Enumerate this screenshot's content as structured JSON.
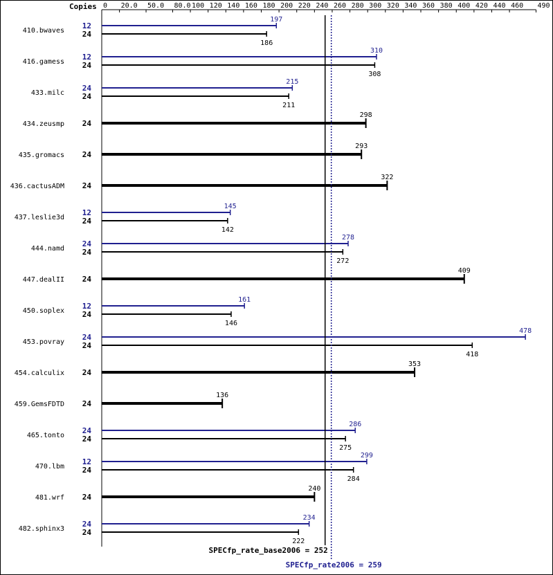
{
  "chart_data": {
    "type": "bar",
    "orientation": "horizontal",
    "x_header": "Copies",
    "x_ticks": [
      0,
      20.0,
      50.0,
      80.0,
      100,
      120,
      140,
      160,
      180,
      200,
      220,
      240,
      260,
      280,
      300,
      320,
      340,
      360,
      380,
      400,
      420,
      440,
      460,
      490
    ],
    "x_tick_labels": [
      "0",
      "20.0",
      "50.0",
      "80.0",
      "100",
      "120",
      "140",
      "160",
      "180",
      "200",
      "220",
      "240",
      "260",
      "280",
      "300",
      "320",
      "340",
      "360",
      "380",
      "400",
      "420",
      "440",
      "460",
      "490"
    ],
    "xlim": [
      0,
      490
    ],
    "colors": {
      "base": "#000000",
      "peak": "#1f1f8f"
    },
    "benchmarks": [
      {
        "name": "410.bwaves",
        "peak": {
          "copies": "12",
          "value": 197
        },
        "base": {
          "copies": "24",
          "value": 186
        }
      },
      {
        "name": "416.gamess",
        "peak": {
          "copies": "12",
          "value": 310
        },
        "base": {
          "copies": "24",
          "value": 308
        }
      },
      {
        "name": "433.milc",
        "peak": {
          "copies": "24",
          "value": 215
        },
        "base": {
          "copies": "24",
          "value": 211
        }
      },
      {
        "name": "434.zeusmp",
        "peak": null,
        "base": {
          "copies": "24",
          "value": 298
        }
      },
      {
        "name": "435.gromacs",
        "peak": null,
        "base": {
          "copies": "24",
          "value": 293
        }
      },
      {
        "name": "436.cactusADM",
        "peak": null,
        "base": {
          "copies": "24",
          "value": 322
        }
      },
      {
        "name": "437.leslie3d",
        "peak": {
          "copies": "12",
          "value": 145
        },
        "base": {
          "copies": "24",
          "value": 142
        }
      },
      {
        "name": "444.namd",
        "peak": {
          "copies": "24",
          "value": 278
        },
        "base": {
          "copies": "24",
          "value": 272
        }
      },
      {
        "name": "447.dealII",
        "peak": null,
        "base": {
          "copies": "24",
          "value": 409
        }
      },
      {
        "name": "450.soplex",
        "peak": {
          "copies": "12",
          "value": 161
        },
        "base": {
          "copies": "24",
          "value": 146
        }
      },
      {
        "name": "453.povray",
        "peak": {
          "copies": "24",
          "value": 478
        },
        "base": {
          "copies": "24",
          "value": 418
        }
      },
      {
        "name": "454.calculix",
        "peak": null,
        "base": {
          "copies": "24",
          "value": 353
        }
      },
      {
        "name": "459.GemsFDTD",
        "peak": null,
        "base": {
          "copies": "24",
          "value": 136
        }
      },
      {
        "name": "465.tonto",
        "peak": {
          "copies": "24",
          "value": 286
        },
        "base": {
          "copies": "24",
          "value": 275
        }
      },
      {
        "name": "470.lbm",
        "peak": {
          "copies": "12",
          "value": 299
        },
        "base": {
          "copies": "24",
          "value": 284
        }
      },
      {
        "name": "481.wrf",
        "peak": null,
        "base": {
          "copies": "24",
          "value": 240
        }
      },
      {
        "name": "482.sphinx3",
        "peak": {
          "copies": "24",
          "value": 234
        },
        "base": {
          "copies": "24",
          "value": 222
        }
      }
    ],
    "summary": {
      "base_label": "SPECfp_rate_base2006 = 252",
      "base_value": 252,
      "peak_label": "SPECfp_rate2006 = 259",
      "peak_value": 259
    }
  }
}
